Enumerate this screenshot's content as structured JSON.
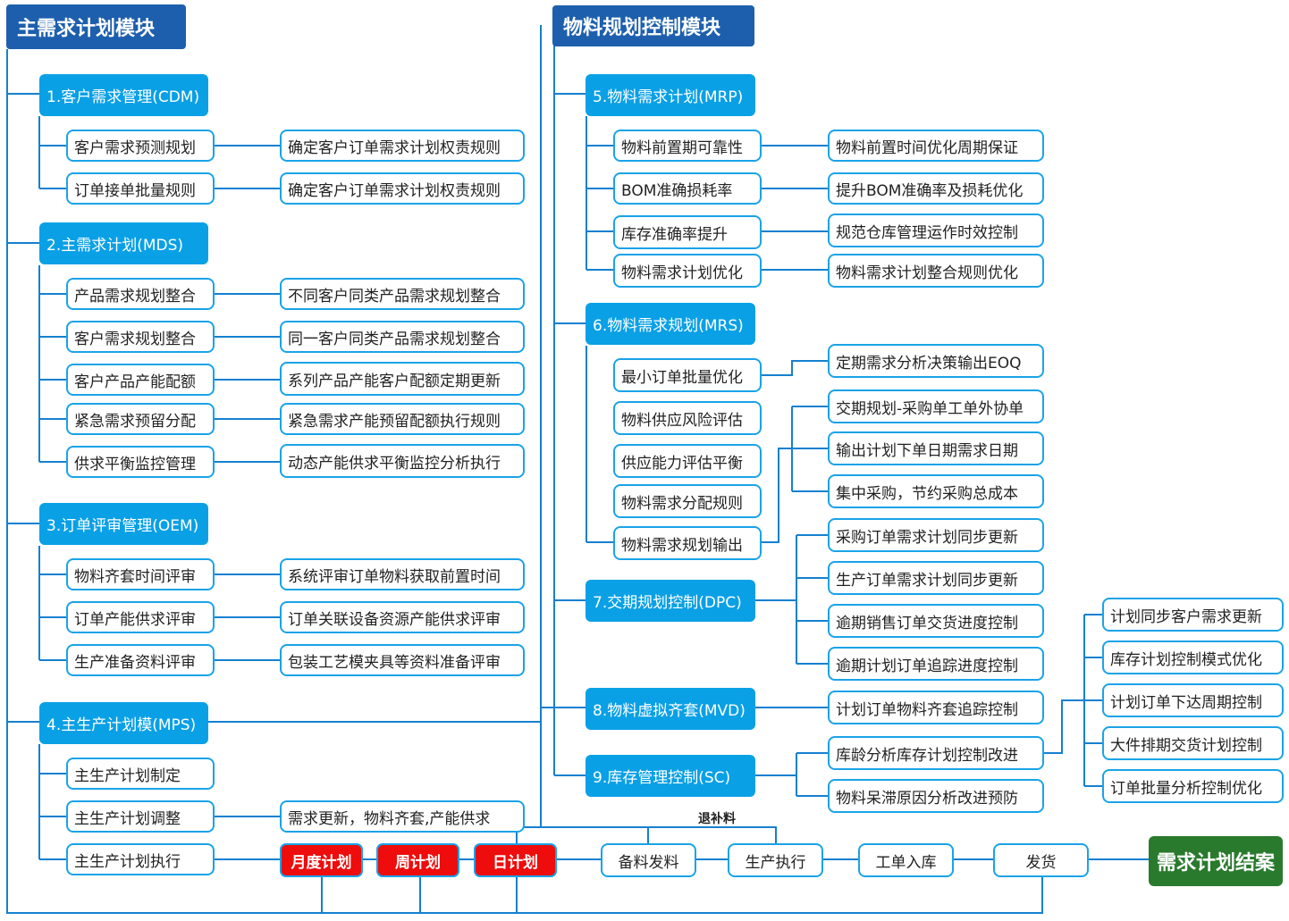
{
  "headers": {
    "main_demand": "主需求计划模块",
    "material_planning": "物料规划控制模块"
  },
  "left": {
    "cdm": {
      "title": "1.客户需求管理(CDM)",
      "items": [
        {
          "label": "客户需求预测规划",
          "detail": "确定客户订单需求计划权责规则"
        },
        {
          "label": "订单接单批量规则",
          "detail": "确定客户订单需求计划权责规则"
        }
      ]
    },
    "mds": {
      "title": "2.主需求计划(MDS)",
      "items": [
        {
          "label": "产品需求规划整合",
          "detail": "不同客户同类产品需求规划整合"
        },
        {
          "label": "客户需求规划整合",
          "detail": "同一客户同类产品需求规划整合"
        },
        {
          "label": "客户产品产能配额",
          "detail": "系列产品产能客户配额定期更新"
        },
        {
          "label": "紧急需求预留分配",
          "detail": "紧急需求产能预留配额执行规则"
        },
        {
          "label": "供求平衡监控管理",
          "detail": "动态产能供求平衡监控分析执行"
        }
      ]
    },
    "oem": {
      "title": "3.订单评审管理(OEM)",
      "items": [
        {
          "label": "物料齐套时间评审",
          "detail": "系统评审订单物料获取前置时间"
        },
        {
          "label": "订单产能供求评审",
          "detail": "订单关联设备资源产能供求评审"
        },
        {
          "label": "生产准备资料评审",
          "detail": "包装工艺模夹具等资料准备评审"
        }
      ]
    },
    "mps": {
      "title": "4.主生产计划模(MPS)",
      "items": [
        {
          "label": "主生产计划制定"
        },
        {
          "label": "主生产计划调整",
          "detail": "需求更新，物料齐套,产能供求"
        },
        {
          "label": "主生产计划执行"
        }
      ]
    }
  },
  "right": {
    "mrp": {
      "title": "5.物料需求计划(MRP)",
      "items": [
        {
          "label": "物料前置期可靠性",
          "detail": "物料前置时间优化周期保证"
        },
        {
          "label": "BOM准确损耗率",
          "detail": "提升BOM准确率及损耗优化"
        },
        {
          "label": "库存准确率提升",
          "detail": "规范仓库管理运作时效控制"
        },
        {
          "label": "物料需求计划优化",
          "detail": "物料需求计划整合规则优化"
        }
      ]
    },
    "mrs": {
      "title": "6.物料需求规划(MRS)",
      "items": [
        "最小订单批量优化",
        "物料供应风险评估",
        "供应能力评估平衡",
        "物料需求分配规则",
        "物料需求规划输出"
      ],
      "details": [
        "定期需求分析决策输出EOQ",
        "交期规划-采购单工单外协单",
        "输出计划下单日期需求日期",
        "集中采购，节约采购总成本"
      ]
    },
    "dpc": {
      "title": "7.交期规划控制(DPC)",
      "details": [
        "采购订单需求计划同步更新",
        "生产订单需求计划同步更新",
        "逾期销售订单交货进度控制",
        "逾期计划订单追踪进度控制"
      ]
    },
    "mvd": {
      "title": "8.物料虚拟齐套(MVD)",
      "details": [
        "计划订单物料齐套追踪控制"
      ]
    },
    "sc": {
      "title": "9.库存管理控制(SC)",
      "details": [
        "库龄分析库存计划控制改进",
        "物料呆滞原因分析改进预防"
      ],
      "sub_details": [
        "计划同步客户需求更新",
        "库存计划控制模式优化",
        "计划订单下达周期控制",
        "大件排期交货计划控制",
        "订单批量分析控制优化"
      ]
    }
  },
  "flow": {
    "plans": [
      "月度计划",
      "周计划",
      "日计划"
    ],
    "steps": [
      "备料发料",
      "生产执行",
      "工单入库",
      "发货"
    ],
    "return_label": "退补料",
    "end": "需求计划结案"
  },
  "colors": {
    "header": "#1d5fad",
    "section": "#0aa0e6",
    "box_border": "#1aa3e8",
    "line": "#1580d0",
    "plan_red": "#ee0c0c",
    "end_green": "#2a7a2e"
  }
}
